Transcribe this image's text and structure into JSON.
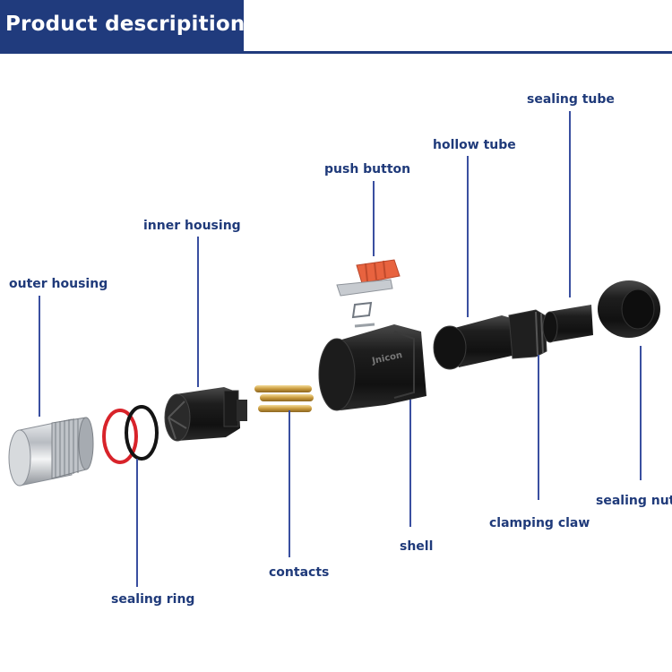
{
  "header": {
    "title": "Product descripition"
  },
  "colors": {
    "header": "#203b7d",
    "label": "#1f3a7a",
    "leader": "#3a4fa0",
    "button": "#e8633f",
    "contact": "#d4a84a"
  },
  "labels": {
    "outer_housing": "outer housing",
    "sealing_ring": "sealing ring",
    "inner_housing": "inner housing",
    "contacts": "contacts",
    "push_button": "push button",
    "shell": "shell",
    "shell_brand": "Jnicon",
    "hollow_tube": "hollow tube",
    "clamping_claw": "clamping claw",
    "sealing_tube": "sealing tube",
    "sealing_nut": "sealing nut"
  }
}
